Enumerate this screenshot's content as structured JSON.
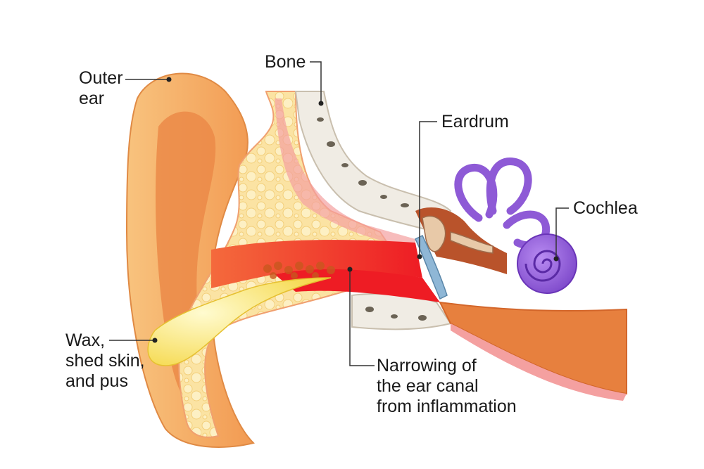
{
  "labels": {
    "outer_ear": [
      "Outer",
      "ear"
    ],
    "bone": "Bone",
    "eardrum": "Eardrum",
    "cochlea": "Cochlea",
    "wax": [
      "Wax,",
      "shed skin,",
      "and pus"
    ],
    "narrowing": [
      "Narrowing of",
      "the ear canal",
      "from inflammation"
    ]
  },
  "colors": {
    "skin_outer": "#f4a862",
    "skin_inner": "#e8864a",
    "fat": "#fbe3a3",
    "bone": "#f0ece4",
    "canal": "#ee1c24",
    "wax": "#fbe86c",
    "cochlea": "#8e5ad6",
    "eardrum": "#8fb7d6"
  }
}
